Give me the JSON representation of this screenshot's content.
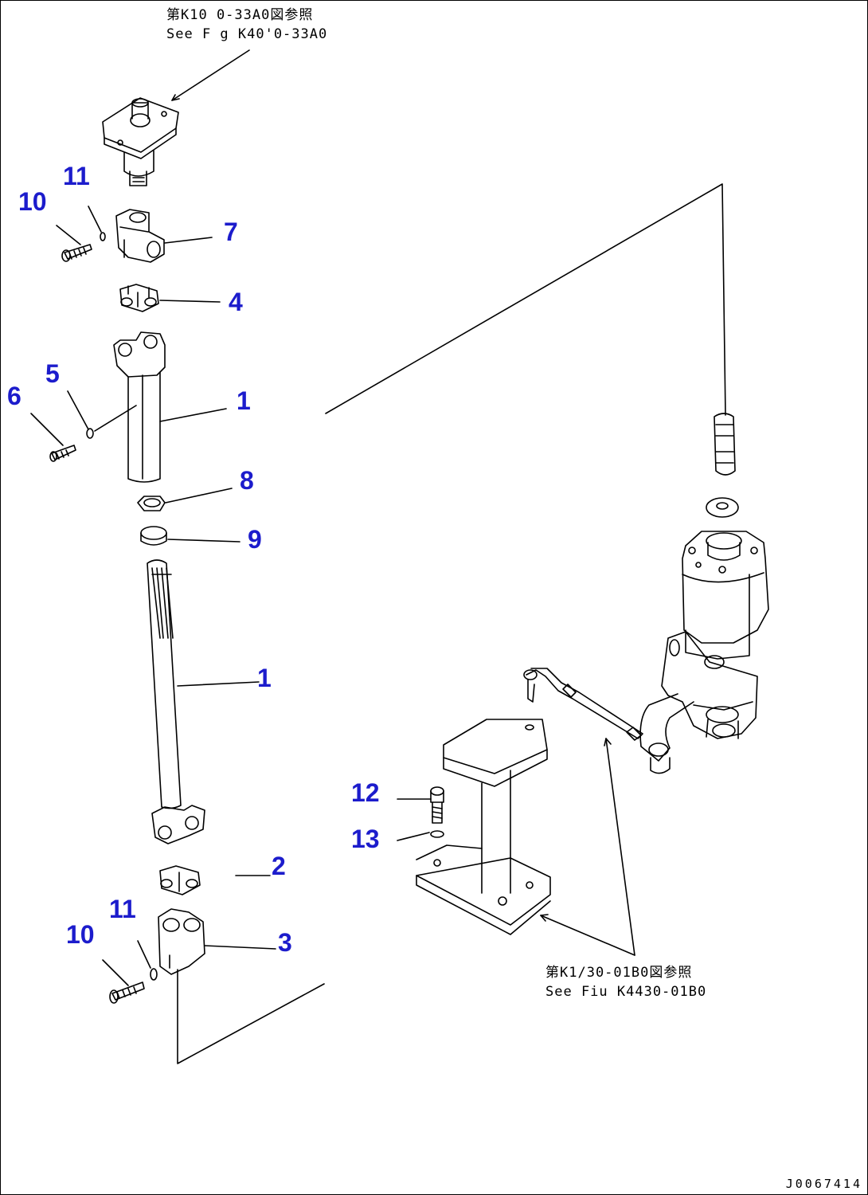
{
  "references": {
    "top_jp": "第K10 0-33A0図参照",
    "top_en": "See F g K40'0-33A0",
    "bottom_jp": "第K1/30-01B0図参照",
    "bottom_en": "See Fiu K4430-01B0"
  },
  "callouts": {
    "c10a": "10",
    "c11a": "11",
    "c7": "7",
    "c4": "4",
    "c5": "5",
    "c6": "6",
    "c1a": "1",
    "c8": "8",
    "c9": "9",
    "c1b": "1",
    "c2": "2",
    "c11b": "11",
    "c10b": "10",
    "c3": "3",
    "c12": "12",
    "c13": "13"
  },
  "drawing_id": "J0067414",
  "colors": {
    "callout": "#1c1ccc",
    "line": "#000000"
  }
}
